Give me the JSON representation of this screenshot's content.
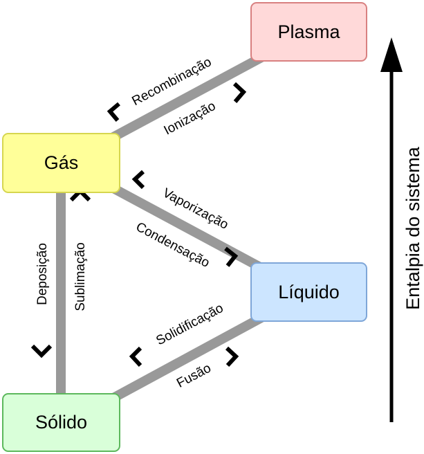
{
  "states": {
    "plasma": {
      "label": "Plasma",
      "fill": "#ffd9d9",
      "stroke": "#d88080"
    },
    "gas": {
      "label": "Gás",
      "fill": "#ffff99",
      "stroke": "#d6d64f"
    },
    "liquid": {
      "label": "Líquido",
      "fill": "#cce5ff",
      "stroke": "#7ea6d8"
    },
    "solid": {
      "label": "Sólido",
      "fill": "#d9ffd9",
      "stroke": "#5cb85c"
    }
  },
  "transitions": {
    "recombination": "Recombinação",
    "ionization": "Ionização",
    "vaporization": "Vaporização",
    "condensation": "Condensação",
    "deposition": "Deposição",
    "sublimation": "Sublimação",
    "solidification": "Solidificação",
    "fusion": "Fusão"
  },
  "axis": {
    "label": "Entalpia do sistema"
  },
  "colors": {
    "connector": "#999999",
    "arrow": "#000000"
  }
}
